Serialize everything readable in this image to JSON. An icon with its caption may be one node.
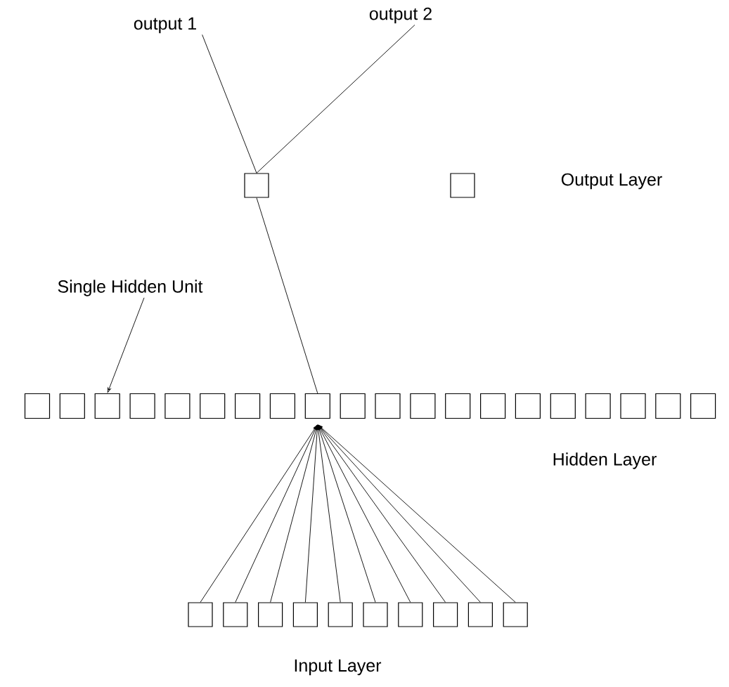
{
  "diagram": {
    "nodes": [
      {
        "text": [
          "output 1"
        ]
      },
      {
        "text": [
          "output 2"
        ]
      },
      {
        "text": [],
        "shape": "box"
      },
      {
        "text": [],
        "shape": "box"
      },
      {
        "text": [
          "Single Hidden Unit"
        ]
      },
      {
        "text": [],
        "shape": "box"
      },
      {
        "text": [],
        "shape": "box"
      },
      {
        "text": [],
        "shape": "box"
      },
      {
        "text": [],
        "shape": "box"
      },
      {
        "text": [],
        "shape": "box"
      },
      {
        "text": [],
        "shape": "box"
      },
      {
        "text": [],
        "shape": "box"
      },
      {
        "text": [],
        "shape": "box"
      },
      {
        "text": [],
        "shape": "box"
      },
      {
        "text": [],
        "shape": "box"
      },
      {
        "text": [],
        "shape": "box"
      },
      {
        "text": [],
        "shape": "box"
      },
      {
        "text": [],
        "shape": "box"
      },
      {
        "text": [],
        "shape": "box"
      },
      {
        "text": [],
        "shape": "box"
      },
      {
        "text": [],
        "shape": "box"
      },
      {
        "text": [],
        "shape": "box"
      },
      {
        "text": [],
        "shape": "box"
      },
      {
        "text": [],
        "shape": "box"
      },
      {
        "text": [],
        "shape": "box"
      },
      {
        "text": [],
        "shape": "box"
      },
      {
        "text": [],
        "shape": "box"
      },
      {
        "text": [],
        "shape": "box"
      },
      {
        "text": [],
        "shape": "box"
      },
      {
        "text": [],
        "shape": "box"
      },
      {
        "text": [],
        "shape": "box"
      },
      {
        "text": [],
        "shape": "box"
      },
      {
        "text": [],
        "shape": "box"
      },
      {
        "text": [],
        "shape": "box"
      },
      {
        "text": [],
        "shape": "box"
      }
    ],
    "edges": [
      {
        "from": 0,
        "to": 2,
        "arrow": "none"
      },
      {
        "from": 1,
        "to": 2,
        "arrow": "none"
      },
      {
        "from": 2,
        "to": 13,
        "arrow": "none"
      },
      {
        "from": 4,
        "to": 7,
        "arrow": "to"
      },
      {
        "from": 25,
        "to": 13,
        "arrow": "to"
      },
      {
        "from": 26,
        "to": 13,
        "arrow": "to"
      },
      {
        "from": 27,
        "to": 13,
        "arrow": "to"
      },
      {
        "from": 28,
        "to": 13,
        "arrow": "to"
      },
      {
        "from": 29,
        "to": 13,
        "arrow": "to"
      },
      {
        "from": 30,
        "to": 13,
        "arrow": "to"
      },
      {
        "from": 31,
        "to": 13,
        "arrow": "to"
      },
      {
        "from": 32,
        "to": 13,
        "arrow": "to"
      },
      {
        "from": 33,
        "to": 13,
        "arrow": "to"
      },
      {
        "from": 34,
        "to": 13,
        "arrow": "to"
      }
    ],
    "labels": [
      "Output Layer",
      "Hidden Layer",
      "Input Layer"
    ]
  }
}
